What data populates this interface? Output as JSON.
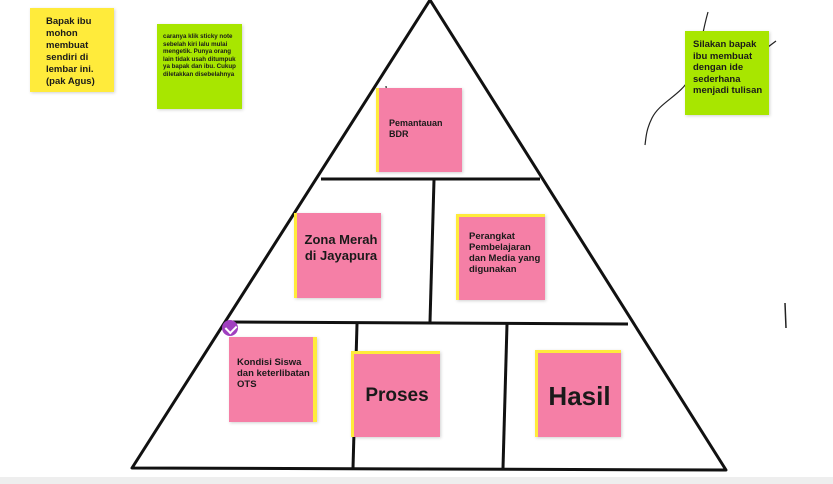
{
  "notes": {
    "agus": "Bapak ibu mohon membuat sendiri di lembar ini. (pak Agus)",
    "instructions": "caranya klik sticky note sebelah kiri lalu mulai mengetik. Punya orang lain tidak usah ditumpuk ya bapak dan ibu. Cukup diletakkan disebelahnya",
    "idea": "Silakan bapak ibu membuat dengan ide sederhana menjadi tulisan"
  },
  "pyramid": {
    "pemantauan": "Pemantauan BDR",
    "zona_merah": "Zona Merah di Jayapura",
    "perangkat": "Perangkat Pembelajaran dan Media yang digunakan",
    "kondisi": "Kondisi Siswa dan keterlibatan OTS",
    "proses": "Proses",
    "hasil": "Hasil"
  },
  "colors": {
    "yellow_note": "#ffeb3b",
    "green_note": "#a8e600",
    "pink_note": "#f57fa6",
    "marker": "#a03fbf"
  }
}
